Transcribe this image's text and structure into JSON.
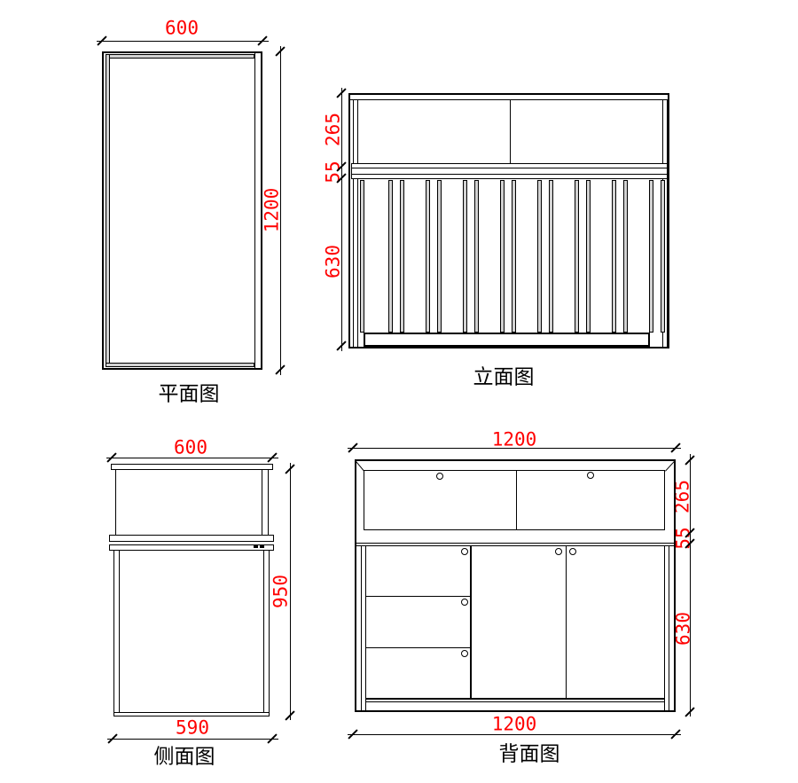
{
  "drawing": {
    "views": {
      "plan": {
        "label": "平面图",
        "width_dim": "600",
        "depth_dim": "1200"
      },
      "elevation": {
        "label": "立面图",
        "showcase_height_dim": "265",
        "counter_height_dim": "55",
        "base_height_dim": "630"
      },
      "side": {
        "label": "侧面图",
        "width_dim": "600",
        "height_dim": "950",
        "base_width_dim": "590"
      },
      "back": {
        "label": "背面图",
        "width_dim": "1200",
        "showcase_height_dim": "265",
        "counter_height_dim": "55",
        "base_height_dim": "630",
        "base_width_dim": "1200"
      }
    },
    "colors": {
      "dimension_text": "#ff0000",
      "line": "#000000",
      "panel_fill": "#d2d2d2",
      "background": "#ffffff"
    }
  }
}
